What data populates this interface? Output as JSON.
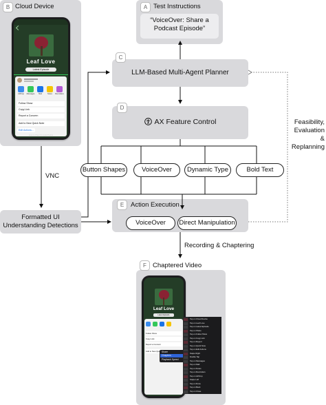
{
  "panels": {
    "a": {
      "badge": "A",
      "title": "Test Instructions",
      "instruction": "“VoiceOver: Share a Podcast Episode”"
    },
    "b": {
      "badge": "B",
      "title": "Cloud Device"
    },
    "c": {
      "badge": "C",
      "label": "LLM-Based Multi-Agent Planner"
    },
    "d": {
      "badge": "D",
      "label": "AX Feature Control"
    },
    "e": {
      "badge": "E",
      "title": "Action Execution",
      "actions": [
        "VoiceOver",
        "Direct Manipulation"
      ]
    },
    "f": {
      "badge": "F",
      "title": "Chaptered Video"
    }
  },
  "features": [
    "Button Shapes",
    "VoiceOver",
    "Dynamic Type",
    "Bold Text"
  ],
  "detections": "Formatted UI Understanding Detections",
  "edge_labels": {
    "vnc": "VNC",
    "recording": "Recording & Chaptering",
    "feedback": "Feasibility, Evaluation & Replanning"
  },
  "phone": {
    "title": "Leaf Love",
    "button": "Latest Episode",
    "share_items": [
      "Follow Show",
      "Copy Link",
      "Report a Concern",
      "Add to New Quick Note",
      "Edit Actions..."
    ],
    "share_app_labels": [
      "AirDrop",
      "Messages",
      "Mail",
      "Notes",
      "Reminders"
    ],
    "footer": "How to Plant Ponytail Palms"
  },
  "video": {
    "menu_items": [
      "Share",
      "Chapters",
      "Playback Speed"
    ],
    "chapter_items": [
      "Tap on Cloud Device",
      "Tap on Leaf Love",
      "Tap on Latest Episode",
      "Tap on Share",
      "Tap on Follow Show",
      "Tap on Copy Link",
      "Tap on Report",
      "Tap on Quick Note",
      "Tap on Edit Actions",
      "Swipe Right",
      "Double Tap",
      "Tap on Messages",
      "Tap on Mail",
      "Tap on Notes",
      "Tap on Reminders",
      "Tap on AirDrop",
      "Swipe Left",
      "Tap on Done",
      "Tap on Back",
      "Tap on Close"
    ]
  },
  "colors": {
    "panel": "#d9d9dc",
    "accent_green": "#34c759",
    "accent_blue": "#1a73e8"
  }
}
